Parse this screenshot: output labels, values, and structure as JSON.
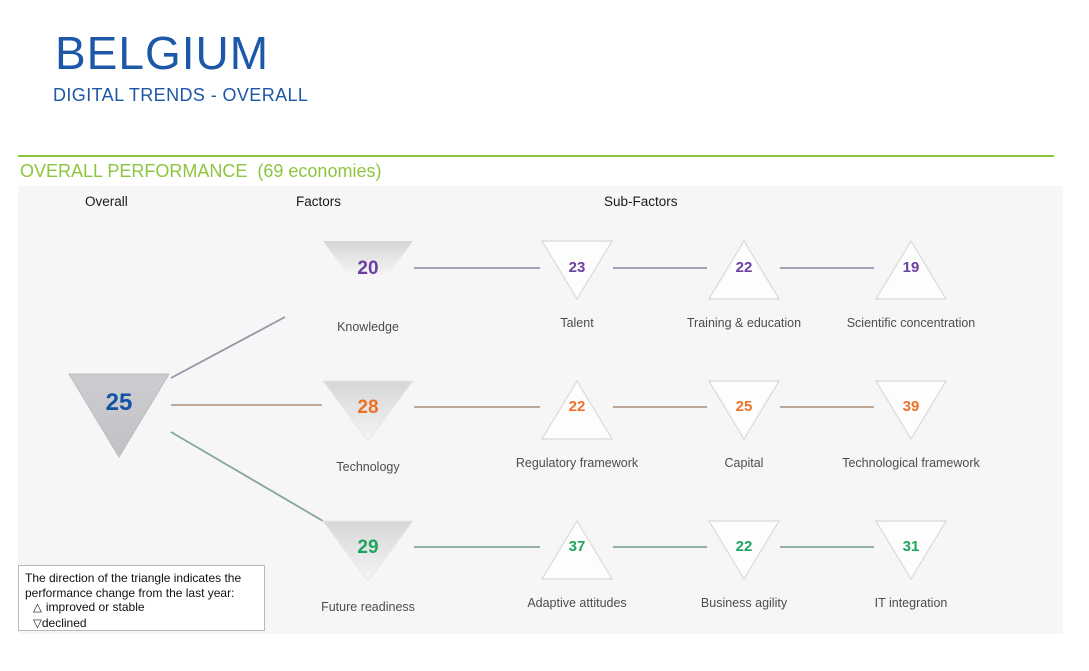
{
  "header": {
    "title": "BELGIUM",
    "subtitle": "DIGITAL TRENDS - OVERALL",
    "text_color": "#1d57a8"
  },
  "section": {
    "heading": "OVERALL PERFORMANCE",
    "suffix": "(69 economies)",
    "accent_color": "#8cc63e"
  },
  "columns": {
    "overall": "Overall",
    "factors": "Factors",
    "subfactors": "Sub-Factors"
  },
  "overall": {
    "value": "25",
    "direction": "down",
    "value_color": "#1253a4"
  },
  "factors": [
    {
      "name": "Knowledge",
      "value": "20",
      "direction": "down",
      "color": "#6b3fa0",
      "line_color": "#9b93aa",
      "subfactors": [
        {
          "name": "Talent",
          "value": "23",
          "direction": "down"
        },
        {
          "name": "Training & education",
          "value": "22",
          "direction": "up"
        },
        {
          "name": "Scientific concentration",
          "value": "19",
          "direction": "up"
        }
      ]
    },
    {
      "name": "Technology",
      "value": "28",
      "direction": "down",
      "color": "#ee7128",
      "line_color": "#b59c8d",
      "subfactors": [
        {
          "name": "Regulatory framework",
          "value": "22",
          "direction": "up"
        },
        {
          "name": "Capital",
          "value": "25",
          "direction": "down"
        },
        {
          "name": "Technological framework",
          "value": "39",
          "direction": "down"
        }
      ]
    },
    {
      "name": "Future readiness",
      "value": "29",
      "direction": "down",
      "color": "#1ea55f",
      "line_color": "#87a795",
      "subfactors": [
        {
          "name": "Adaptive attitudes",
          "value": "37",
          "direction": "up"
        },
        {
          "name": "Business agility",
          "value": "22",
          "direction": "down"
        },
        {
          "name": "IT integration",
          "value": "31",
          "direction": "down"
        }
      ]
    }
  ],
  "legend": {
    "line1": "The direction of the triangle indicates the",
    "line2": "performance change from the last year:",
    "improved_symbol": "△",
    "improved_label": "improved or stable",
    "declined_symbol": "▽",
    "declined_label": "declined"
  }
}
